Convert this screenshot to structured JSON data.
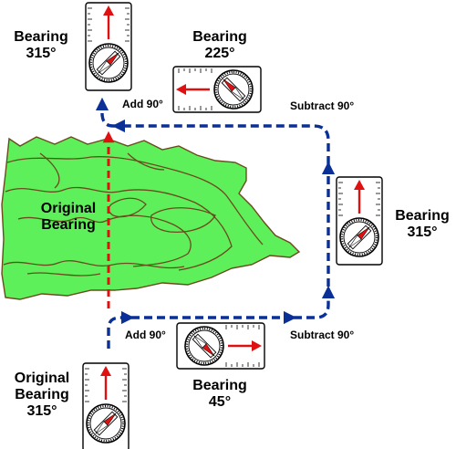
{
  "labels": {
    "bearing_top_left": {
      "line1": "Bearing",
      "line2": "315°"
    },
    "bearing_top_mid": {
      "line1": "Bearing",
      "line2": "225°"
    },
    "bearing_right": {
      "line1": "Bearing",
      "line2": "315°"
    },
    "bearing_bottom_mid": {
      "line1": "Bearing",
      "line2": "45°"
    },
    "original_bearing_bottom": {
      "line1": "Original",
      "line2": "Bearing",
      "line3": "315°"
    },
    "original_bearing_map": {
      "line1": "Original",
      "line2": "Bearing"
    }
  },
  "steps": {
    "add_top": "Add 90°",
    "subtract_top": "Subtract 90°",
    "add_bottom": "Add 90°",
    "subtract_bottom": "Subtract 90°"
  },
  "colors": {
    "terrain_fill": "#5ef05a",
    "terrain_outline": "#6b4a1e",
    "route_arrow": "#0a2f96",
    "original_bearing_line": "#e01010",
    "compass_needle": "#e01010"
  },
  "icons": [
    "compass-icon"
  ]
}
